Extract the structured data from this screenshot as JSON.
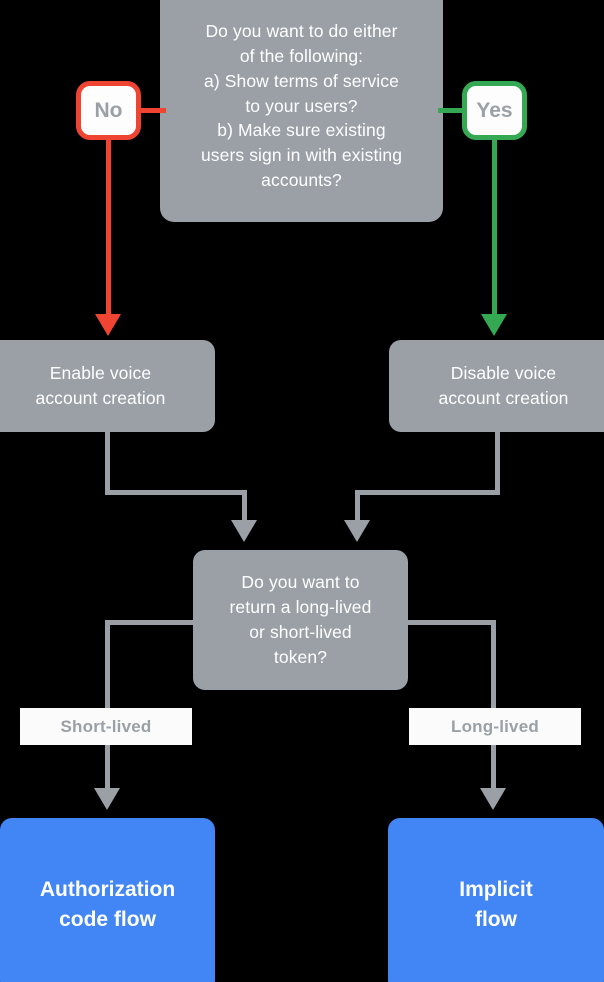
{
  "diagram": {
    "title": "Account linking flow decision chart",
    "background": "#000000",
    "colors": {
      "node_gray": "#9aa0a6",
      "node_blue": "#4285f4",
      "yes_green": "#34a853",
      "no_red": "#f04433",
      "label_white": "#fbfbfb",
      "text_white": "#ffffff"
    },
    "nodes": {
      "decision_tos": {
        "text": "Do you want to do either\nof the following:\na) Show terms of service\nto your users?\nb) Make sure existing\nusers sign in with existing\naccounts?",
        "type": "decision",
        "color": "#9aa0a6"
      },
      "answer_no": {
        "text": "No",
        "type": "answer",
        "color": "#f04433"
      },
      "answer_yes": {
        "text": "Yes",
        "type": "answer",
        "color": "#34a853"
      },
      "enable_voice": {
        "text": "Enable voice\naccount creation",
        "type": "process",
        "color": "#9aa0a6"
      },
      "disable_voice": {
        "text": "Disable voice\naccount creation",
        "type": "process",
        "color": "#9aa0a6"
      },
      "decision_token": {
        "text": "Do you want to\nreturn a long-lived\nor short-lived\ntoken?",
        "type": "decision",
        "color": "#9aa0a6"
      },
      "label_short_lived": {
        "text": "Short-lived",
        "type": "edge-label"
      },
      "label_long_lived": {
        "text": "Long-lived",
        "type": "edge-label"
      },
      "authorization_code_flow": {
        "text": "Authorization\ncode flow",
        "type": "terminal",
        "color": "#4285f4"
      },
      "implicit_flow": {
        "text": "Implicit\nflow",
        "type": "terminal",
        "color": "#4285f4"
      }
    },
    "edges": [
      {
        "from": "decision_tos",
        "to": "answer_no",
        "color": "#f04433"
      },
      {
        "from": "answer_no",
        "to": "enable_voice",
        "color": "#f04433"
      },
      {
        "from": "decision_tos",
        "to": "answer_yes",
        "color": "#34a853"
      },
      {
        "from": "answer_yes",
        "to": "disable_voice",
        "color": "#34a853"
      },
      {
        "from": "enable_voice",
        "to": "decision_token",
        "color": "#9aa0a6"
      },
      {
        "from": "disable_voice",
        "to": "decision_token",
        "color": "#9aa0a6"
      },
      {
        "from": "decision_token",
        "to": "authorization_code_flow",
        "label": "Short-lived",
        "color": "#9aa0a6"
      },
      {
        "from": "decision_token",
        "to": "implicit_flow",
        "label": "Long-lived",
        "color": "#9aa0a6"
      }
    ]
  }
}
